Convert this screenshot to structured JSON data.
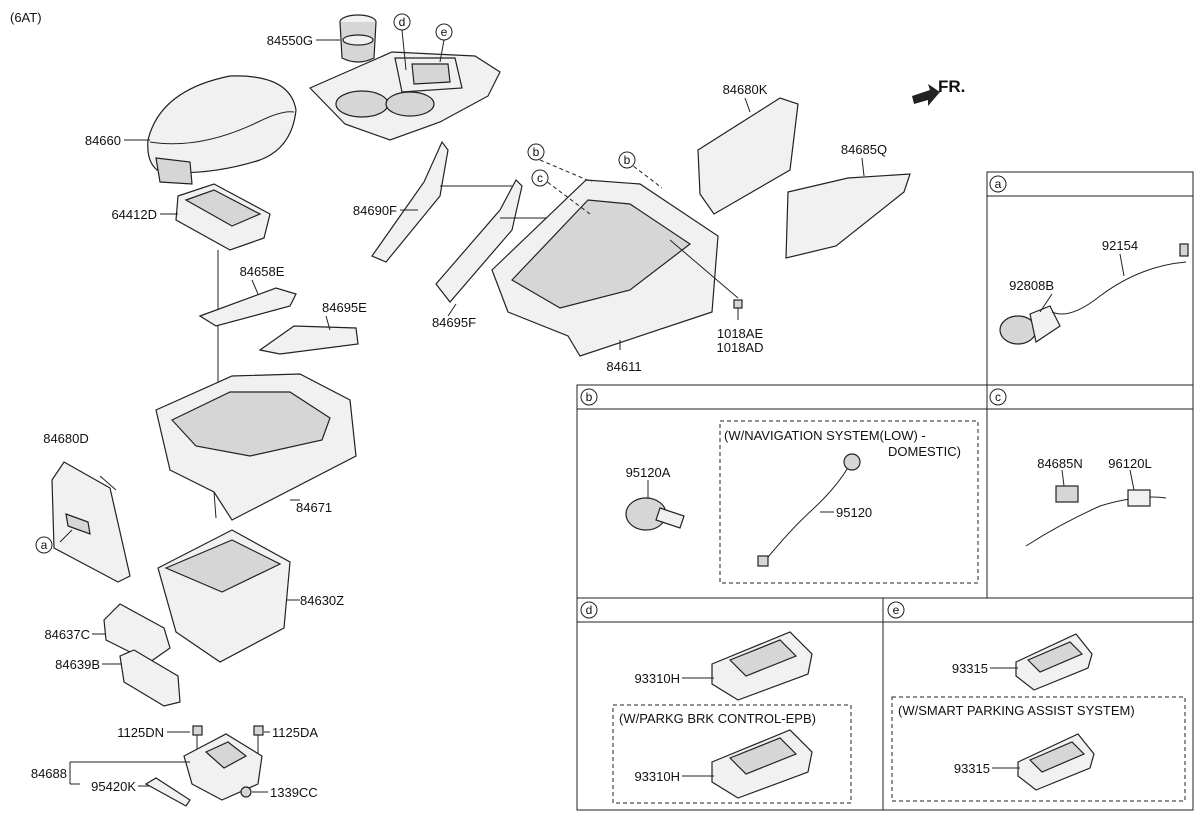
{
  "header": {
    "variant": "(6AT)",
    "direction": "FR."
  },
  "labels": {
    "p84550G": "84550G",
    "p84660": "84660",
    "p64412D": "64412D",
    "p84658E": "84658E",
    "p84695E": "84695E",
    "p84680D": "84680D",
    "p84671": "84671",
    "p84630Z": "84630Z",
    "p84637C": "84637C",
    "p84639B": "84639B",
    "p1125DN": "1125DN",
    "p1125DA": "1125DA",
    "p84688": "84688",
    "p95420K": "95420K",
    "p1339CC": "1339CC",
    "p84690F": "84690F",
    "p84695F": "84695F",
    "p84680K": "84680K",
    "p84685Q": "84685Q",
    "p84611": "84611",
    "p1018AE": "1018AE",
    "p1018AD": "1018AD",
    "p92154": "92154",
    "p92808B": "92808B",
    "p95120A": "95120A",
    "p95120": "95120",
    "p84685N": "84685N",
    "p96120L": "96120L",
    "p93310H_a": "93310H",
    "p93310H_b": "93310H",
    "p93315_a": "93315",
    "p93315_b": "93315"
  },
  "callouts": {
    "a": "a",
    "b": "b",
    "c": "c",
    "d": "d",
    "e": "e"
  },
  "notes": {
    "nav_line1": "(W/NAVIGATION SYSTEM(LOW) -",
    "nav_line2": "DOMESTIC)",
    "epb": "(W/PARKG BRK CONTROL-EPB)",
    "spas": "(W/SMART PARKING ASSIST SYSTEM)"
  }
}
